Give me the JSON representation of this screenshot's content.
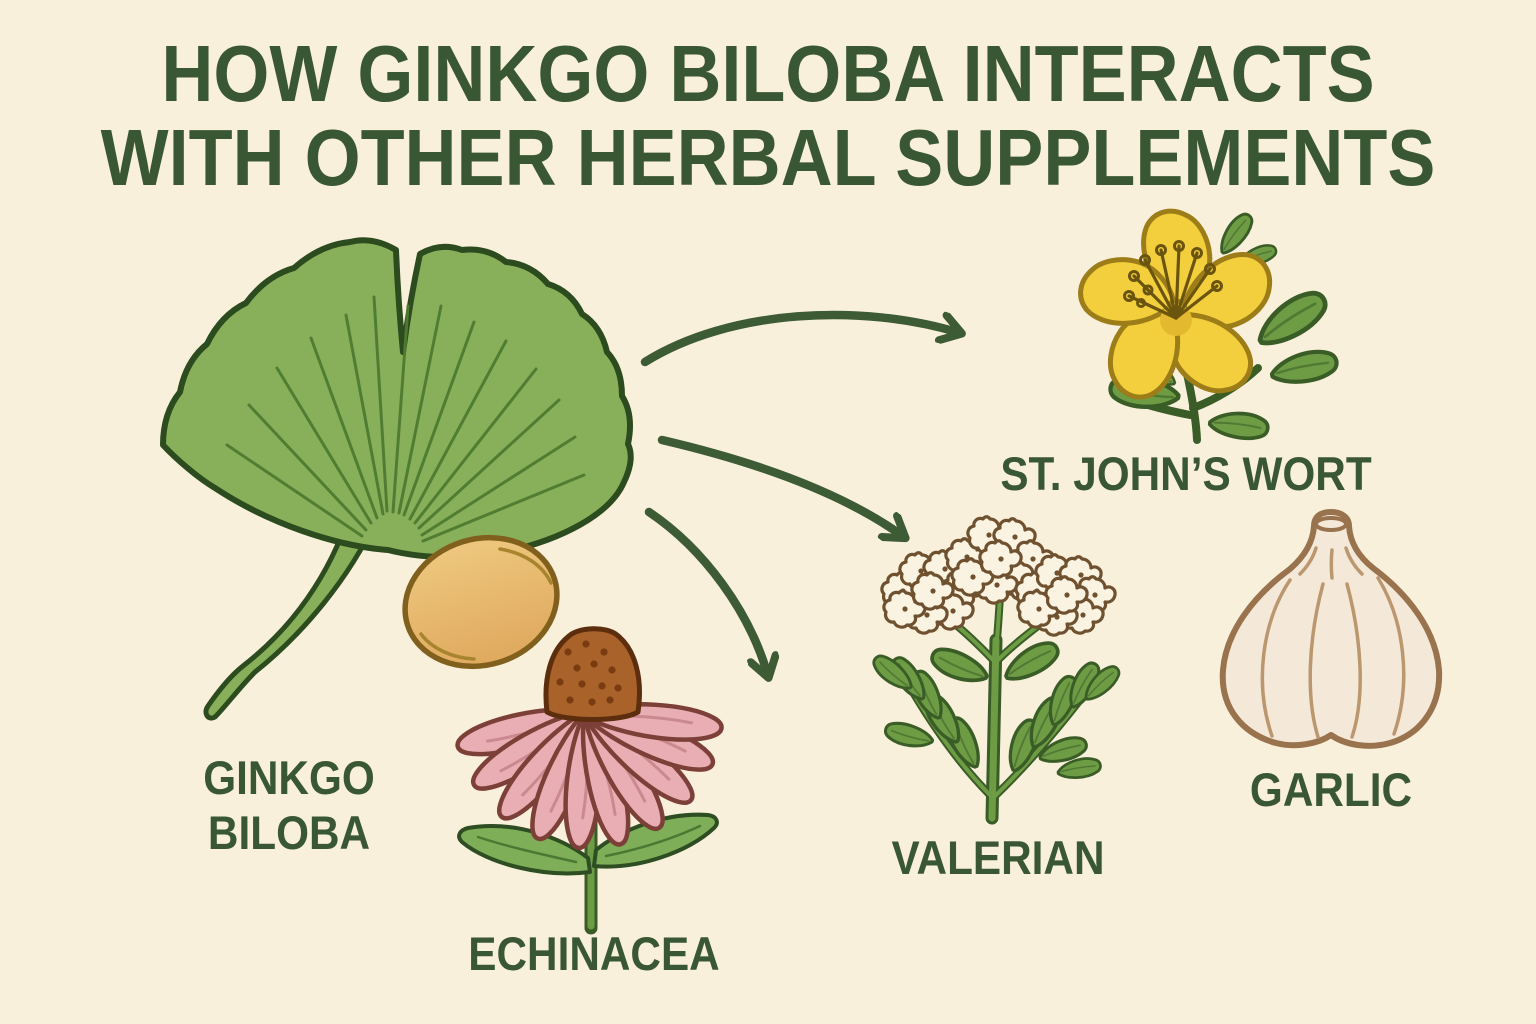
{
  "title": {
    "line1": "HOW GINKGO BILOBA INTERACTS",
    "line2": "WITH OTHER HERBAL SUPPLEMENTS"
  },
  "nodes": {
    "ginkgo_biloba": {
      "label_line1": "GINKGO",
      "label_line2": "BILOBA",
      "illustration": "ginkgo-leaf-with-seed"
    },
    "st_johns_wort": {
      "label": "ST. JOHN’S WORT",
      "illustration": "yellow-five-petal-flower"
    },
    "valerian": {
      "label": "VALERIAN",
      "illustration": "white-flower-cluster-plant"
    },
    "echinacea": {
      "label": "ECHINACEA",
      "illustration": "pink-coneflower"
    },
    "garlic": {
      "label": "GARLIC",
      "illustration": "garlic-bulb"
    }
  },
  "connections": [
    {
      "from": "ginkgo_biloba",
      "to": "st_johns_wort"
    },
    {
      "from": "ginkgo_biloba",
      "to": "valerian"
    },
    {
      "from": "ginkgo_biloba",
      "to": "echinacea"
    }
  ],
  "colors": {
    "background": "#f9f0dc",
    "text": "#3a5733",
    "arrow": "#3d5b34",
    "ginkgo_leaf": "#88b05a",
    "ginkgo_leaf_outline": "#2c4b1e",
    "ginkgo_seed": "#e7ba6b",
    "echinacea_petal": "#e9aeb3",
    "echinacea_cone": "#a9622a",
    "st_johns_wort_petal": "#f3cf3e",
    "valerian_flower": "#faf3e2",
    "plant_green": "#6e9c45",
    "garlic_bulb": "#f4e8d8"
  }
}
